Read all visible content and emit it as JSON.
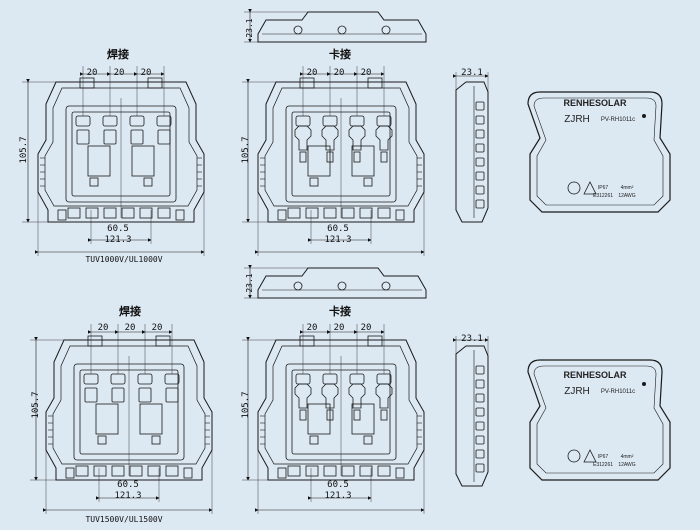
{
  "labels": {
    "weld": "焊接",
    "clip": "卡接",
    "dim_20": "20",
    "dim_60_5": "60.5",
    "dim_121_3": "121.3",
    "dim_105_7": "105.7",
    "dim_23_1": "23.1",
    "cert_top": "TUV1000V/UL1000V",
    "cert_bottom": "TUV1500V/UL1500V"
  },
  "product": {
    "brand": "RENHESOLAR",
    "series": "ZJRH",
    "model": "PV-RH1011c",
    "rating": "IP67",
    "wire": "4mm²",
    "file_no": "E312261",
    "awg": "12AWG"
  },
  "colors": {
    "background": "#dce8f2",
    "line": "#1a1a1a",
    "body_fill": "#e8eef4"
  }
}
